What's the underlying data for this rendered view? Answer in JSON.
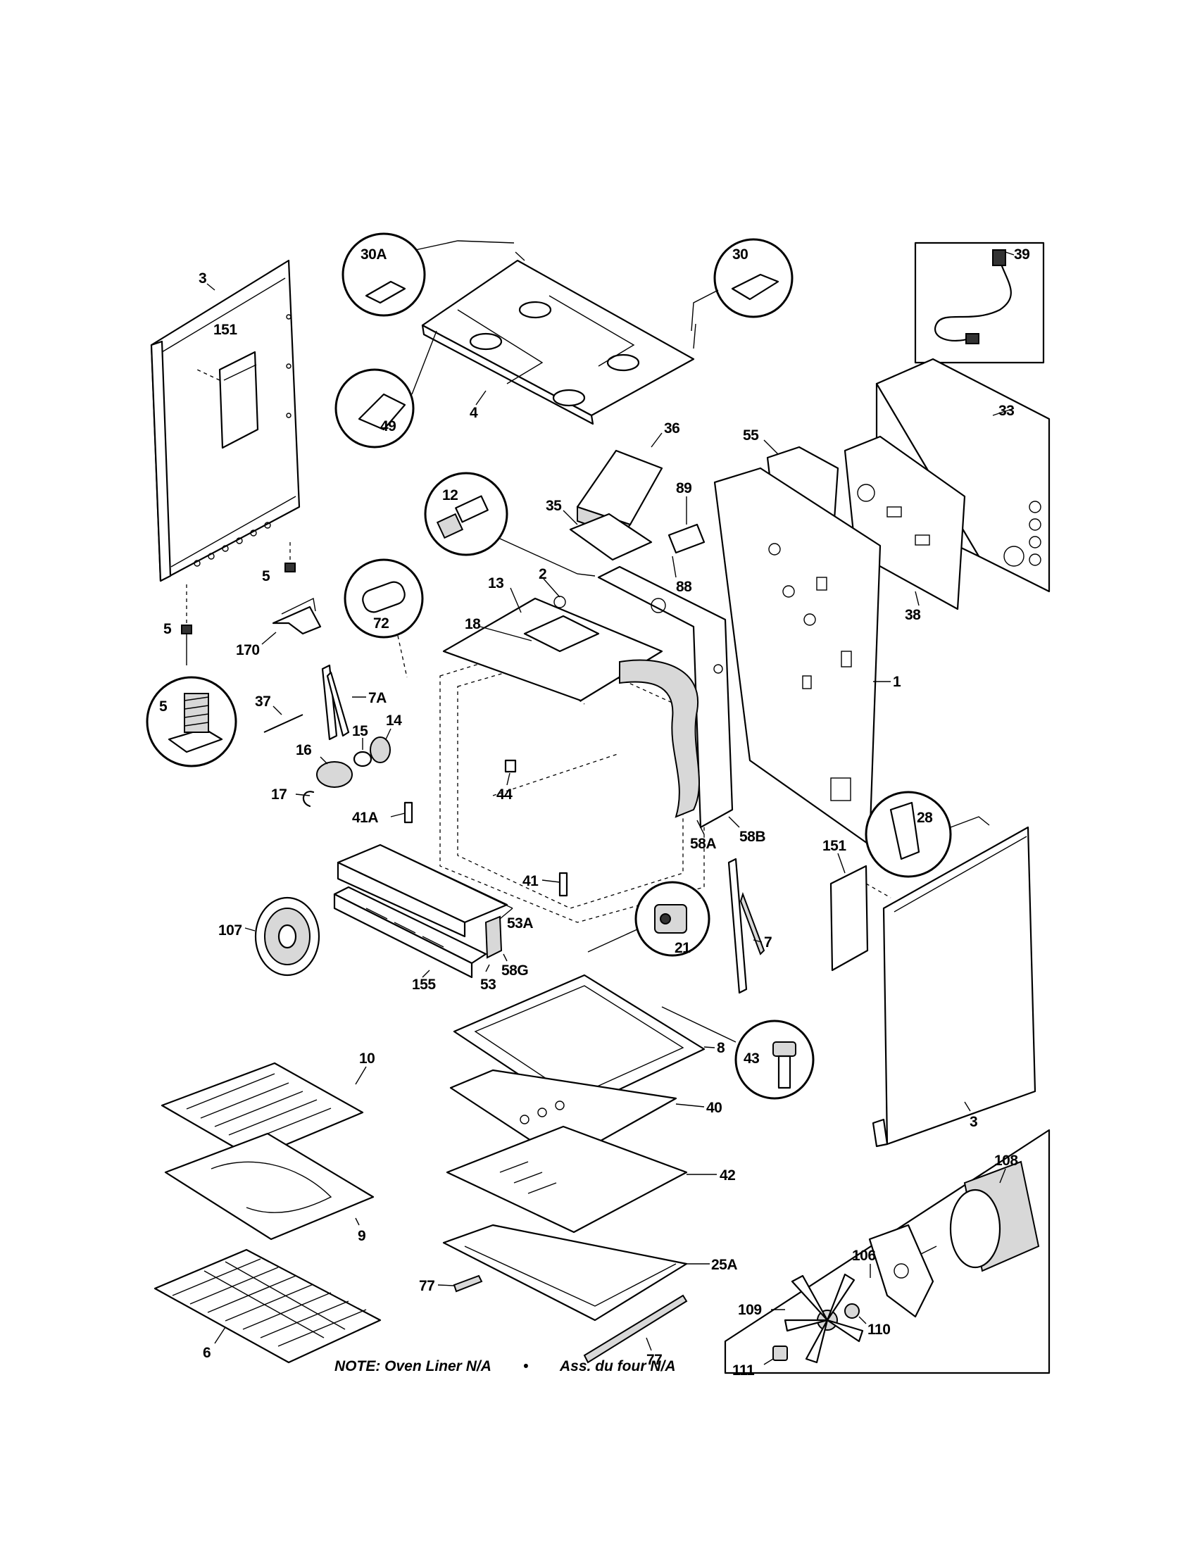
{
  "callouts": {
    "c3a": "3",
    "c151a": "151",
    "c5a": "5",
    "c5b": "5",
    "c5c": "5",
    "c170": "170",
    "c30a": "30A",
    "c30": "30",
    "c39": "39",
    "c49": "49",
    "c4": "4",
    "c36": "36",
    "c55": "55",
    "c33": "33",
    "c12": "12",
    "c35": "35",
    "c89": "89",
    "c88": "88",
    "c38": "38",
    "c72": "72",
    "c13": "13",
    "c2": "2",
    "c18": "18",
    "c1": "1",
    "c7a": "7A",
    "c37": "37",
    "c15": "15",
    "c14": "14",
    "c16": "16",
    "c17": "17",
    "c44": "44",
    "c41a": "41A",
    "c58a": "58A",
    "c58b": "58B",
    "c151b": "151",
    "c28": "28",
    "c41": "41",
    "c53a": "53A",
    "c107": "107",
    "c58g": "58G",
    "c155": "155",
    "c53": "53",
    "c21": "21",
    "c7": "7",
    "c10": "10",
    "c8": "8",
    "c43": "43",
    "c40": "40",
    "c9": "9",
    "c42": "42",
    "c3b": "3",
    "c108": "108",
    "c106": "106",
    "c25a": "25A",
    "c77a": "77",
    "c109": "109",
    "c110": "110",
    "c6": "6",
    "c77b": "77",
    "c111": "111"
  },
  "note": {
    "left": "NOTE: Oven Liner N/A",
    "bullet": "•",
    "right": "Ass. du four N/A"
  }
}
